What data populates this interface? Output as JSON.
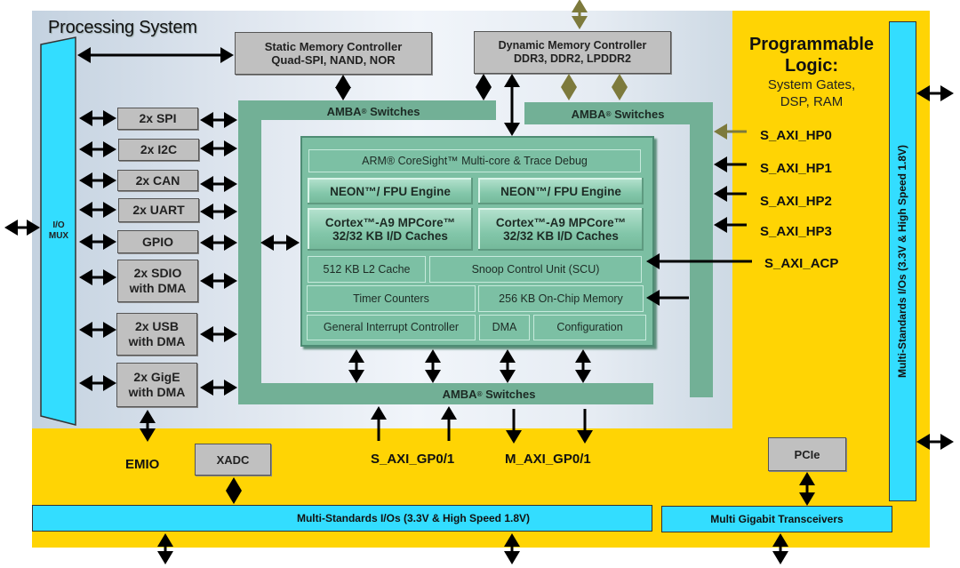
{
  "processing_system": {
    "title": "Processing System",
    "io_mux_label": "I/O\nMUX",
    "static_mem": {
      "line1": "Static Memory Controller",
      "line2": "Quad-SPI, NAND,  NOR"
    },
    "dynamic_mem": {
      "line1": "Dynamic Memory Controller",
      "line2": "DDR3, DDR2, LPDDR2"
    },
    "peripherals": [
      {
        "line1": "2x SPI",
        "line2": ""
      },
      {
        "line1": "2x I2C",
        "line2": ""
      },
      {
        "line1": "2x CAN",
        "line2": ""
      },
      {
        "line1": "2x UART",
        "line2": ""
      },
      {
        "line1": "GPIO",
        "line2": ""
      },
      {
        "line1": "2x SDIO",
        "line2": "with DMA"
      },
      {
        "line1": "2x USB",
        "line2": "with DMA"
      },
      {
        "line1": "2x GigE",
        "line2": "with DMA"
      }
    ],
    "amba": {
      "name": "AMBA",
      "reg": "®",
      "suffix": " Switches"
    },
    "apu": {
      "coresight": "ARM® CoreSight™ Multi-core & Trace  Debug",
      "neon_left": "NEON™/ FPU Engine",
      "neon_right": "NEON™/ FPU Engine",
      "cortex_left": {
        "line1": "Cortex™-A9  MPCore™",
        "line2": "32/32 KB I/D Caches"
      },
      "cortex_right": {
        "line1": "Cortex™-A9  MPCore™",
        "line2": "32/32 KB I/D Caches"
      },
      "l2_cache": "512 KB L2 Cache",
      "scu": "Snoop Control Unit (SCU)",
      "timer": "Timer Counters",
      "ocm": "256 KB On-Chip Memory",
      "gic": "General Interrupt Controller",
      "dma": "DMA",
      "config": "Configuration"
    }
  },
  "programmable_logic": {
    "title_line1": "Programmable",
    "title_line2": "Logic:",
    "subtitle_line1": "System Gates,",
    "subtitle_line2": "DSP, RAM",
    "axi_ports_right": [
      "S_AXI_HP0",
      "S_AXI_HP1",
      "S_AXI_HP2",
      "S_AXI_HP3",
      "S_AXI_ACP"
    ],
    "axi_ports_bottom": [
      "S_AXI_GP0/1",
      "M_AXI_GP0/1"
    ],
    "emio": "EMIO",
    "xadc": "XADC",
    "pcie": "PCIe",
    "bottom_io": "Multi-Standards I/Os (3.3V & High Speed 1.8V)",
    "right_io": "Multi-Standards I/Os (3.3V & High Speed 1.8V)",
    "mgt": "Multi Gigabit Transceivers"
  },
  "colors": {
    "pl_yellow": "#ffd404",
    "io_cyan": "#33ddff",
    "amba_green": "#72b096",
    "gray_block": "#c0c0c0",
    "olive_arrow": "#7d7a3c"
  }
}
